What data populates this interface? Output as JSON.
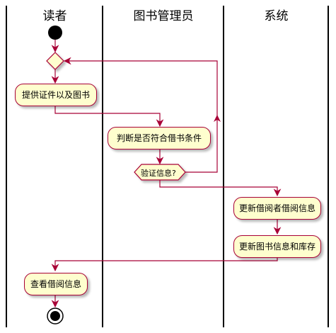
{
  "lanes": {
    "reader": "读者",
    "librarian": "图书管理员",
    "system": "系统"
  },
  "actions": {
    "provide_docs": "提供证件以及图书",
    "judge": "判断是否符合借书条件",
    "update_borrower": "更新借阅者借阅信息",
    "update_book": "更新图书信息和库存",
    "view_info": "查看借阅信息"
  },
  "decision": {
    "verify": "验证信息?"
  },
  "colors": {
    "node_fill": "#FEFECE",
    "node_border": "#A80036",
    "arrow": "#A80036",
    "lane_line": "#000000"
  }
}
